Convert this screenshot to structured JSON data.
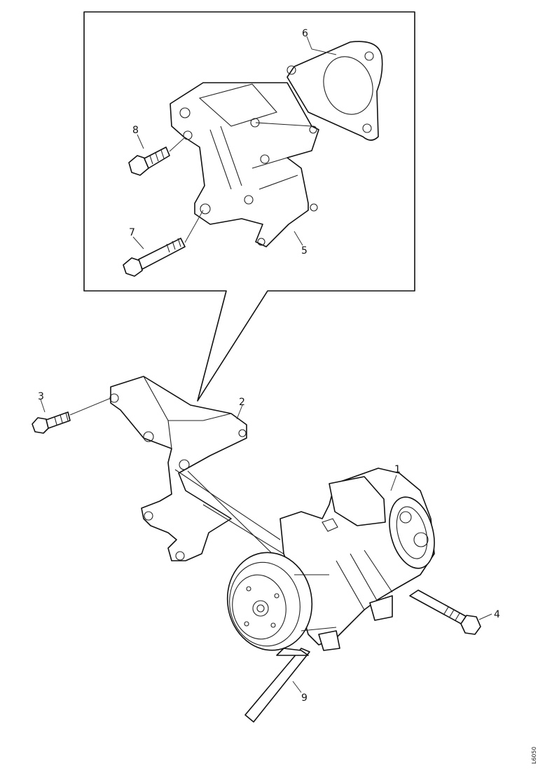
{
  "diagram": {
    "callouts": [
      {
        "id": "c1",
        "label": "1"
      },
      {
        "id": "c2",
        "label": "2"
      },
      {
        "id": "c3",
        "label": "3"
      },
      {
        "id": "c4",
        "label": "4"
      },
      {
        "id": "c5",
        "label": "5"
      },
      {
        "id": "c6",
        "label": "6"
      },
      {
        "id": "c7",
        "label": "7"
      },
      {
        "id": "c8",
        "label": "8"
      },
      {
        "id": "c9",
        "label": "9"
      }
    ],
    "reference_code": "L6050"
  }
}
